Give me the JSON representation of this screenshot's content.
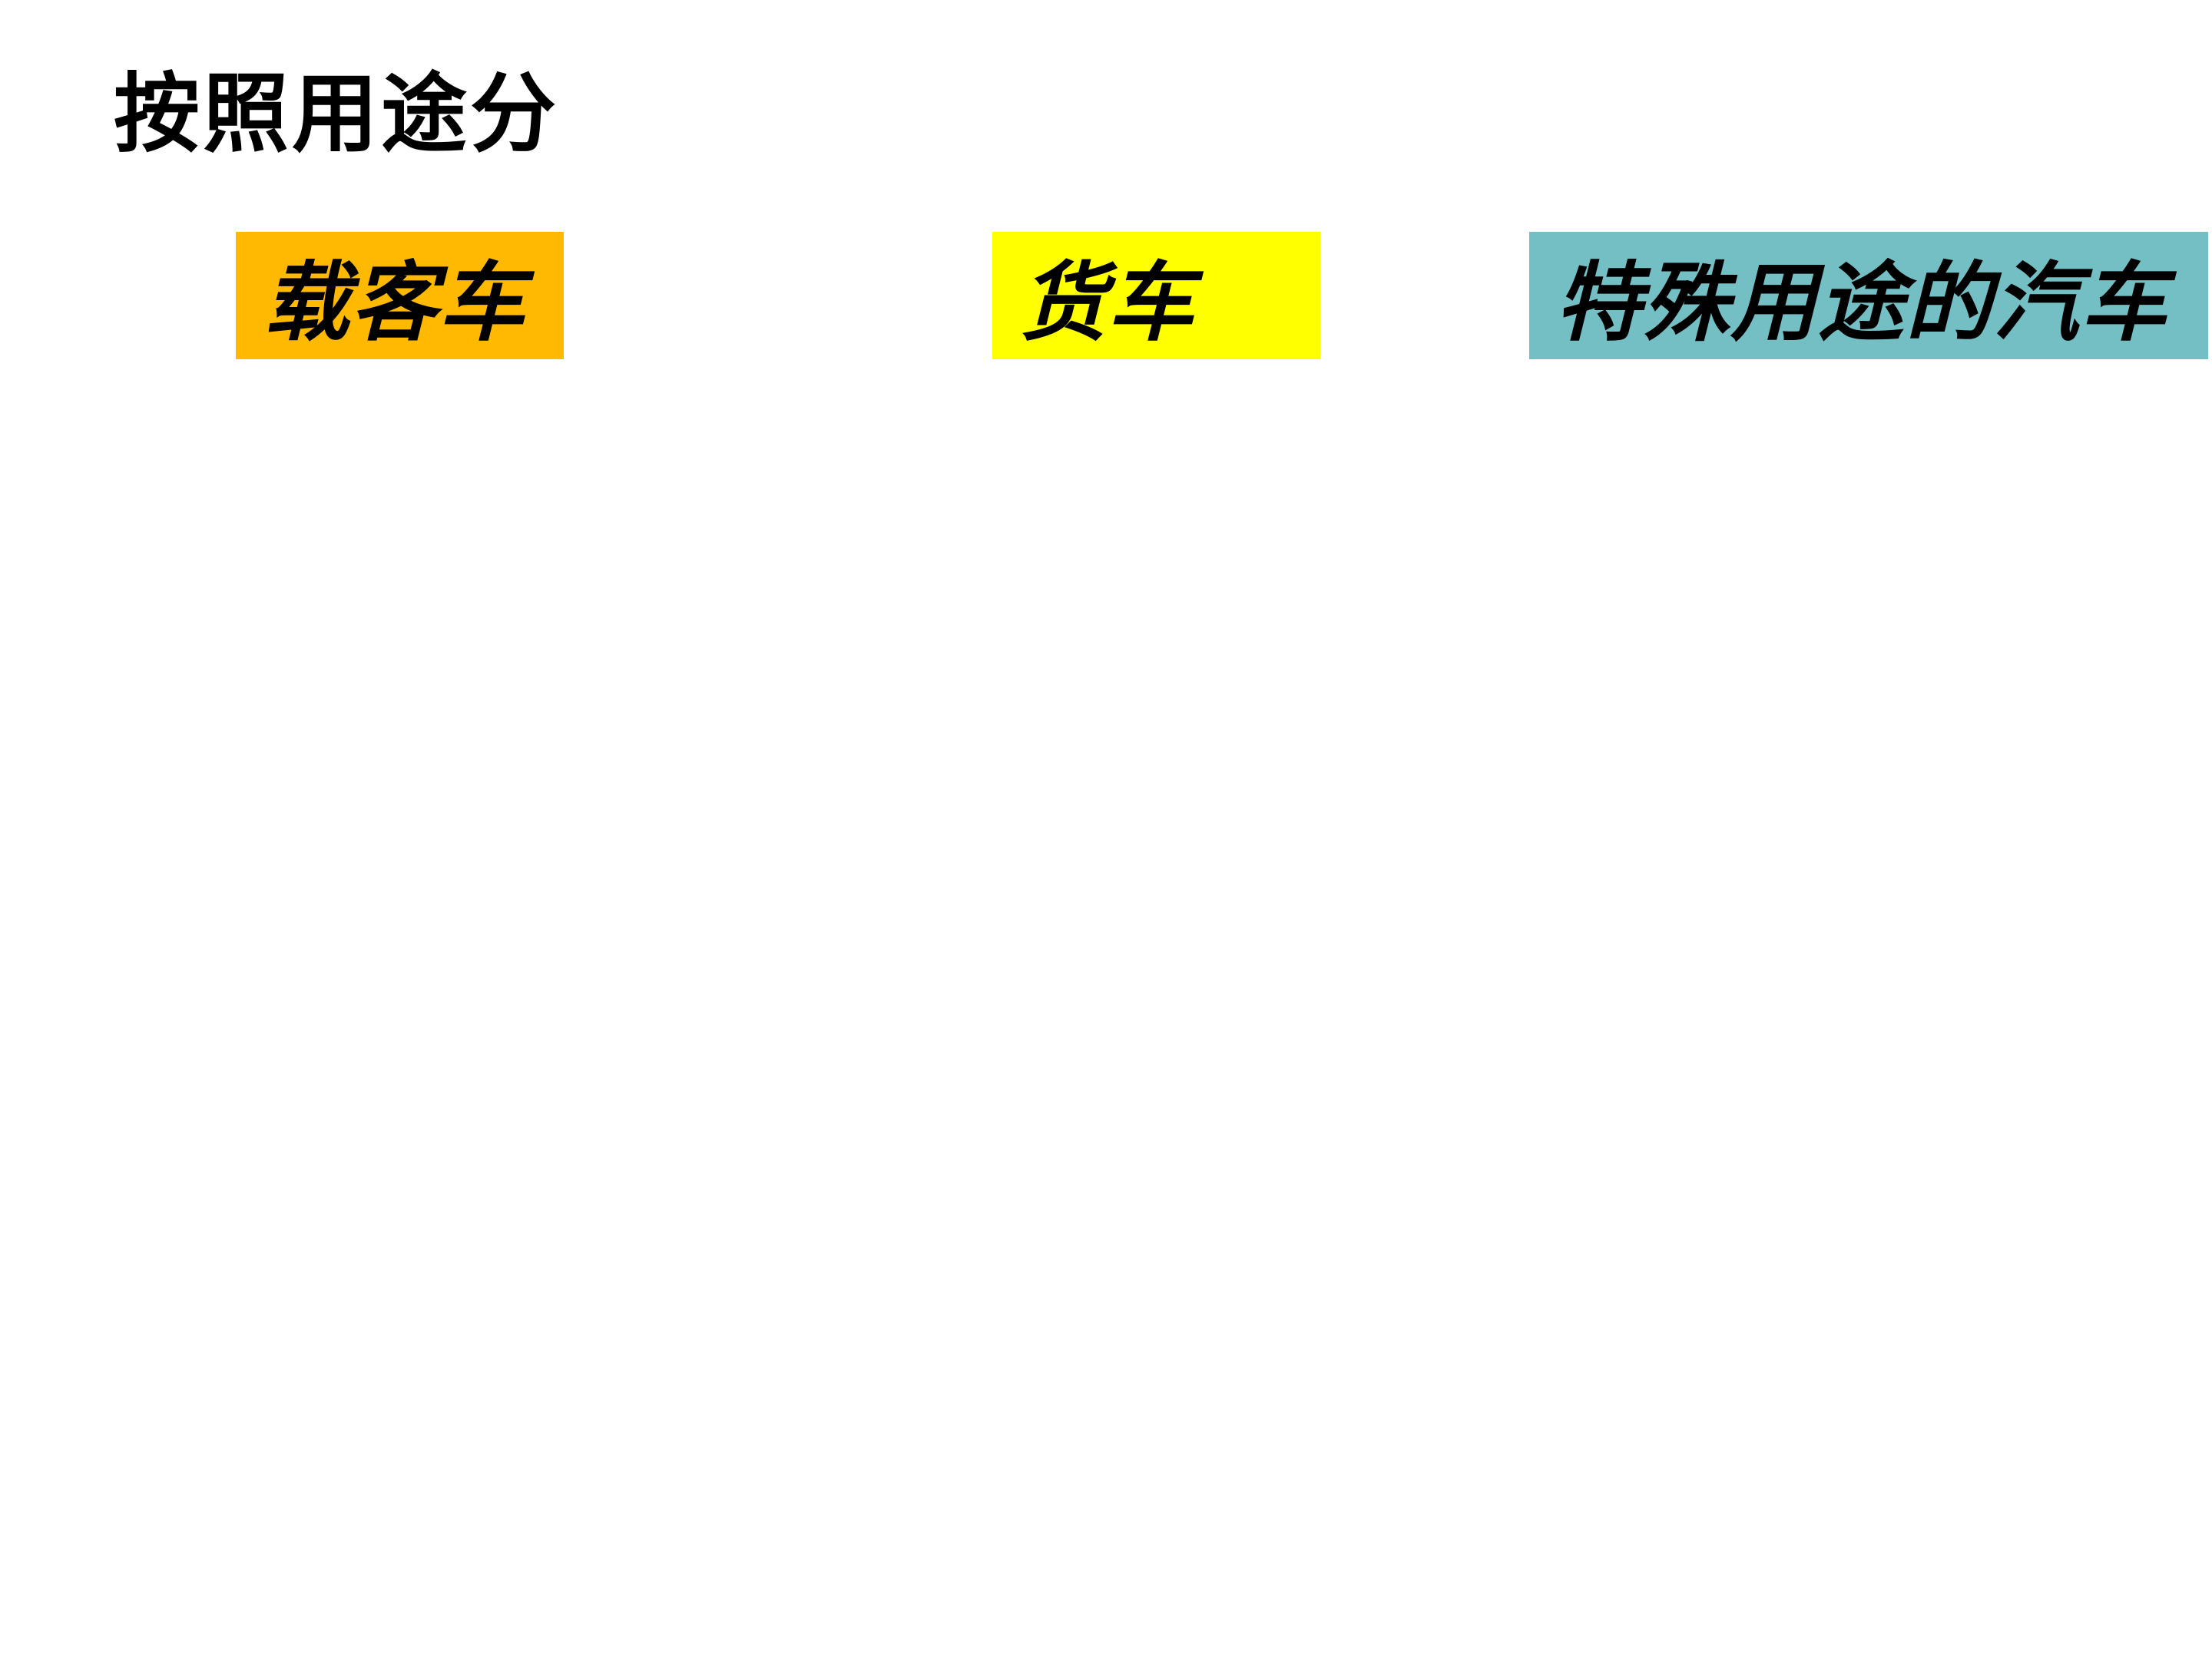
{
  "slide": {
    "title": "按照用途分",
    "categories": [
      {
        "label": "载客车",
        "color": "#FFB900"
      },
      {
        "label": "货车",
        "color": "#FFFF00"
      },
      {
        "label": "特殊用途的汽车",
        "color": "#73BFC4"
      }
    ]
  }
}
